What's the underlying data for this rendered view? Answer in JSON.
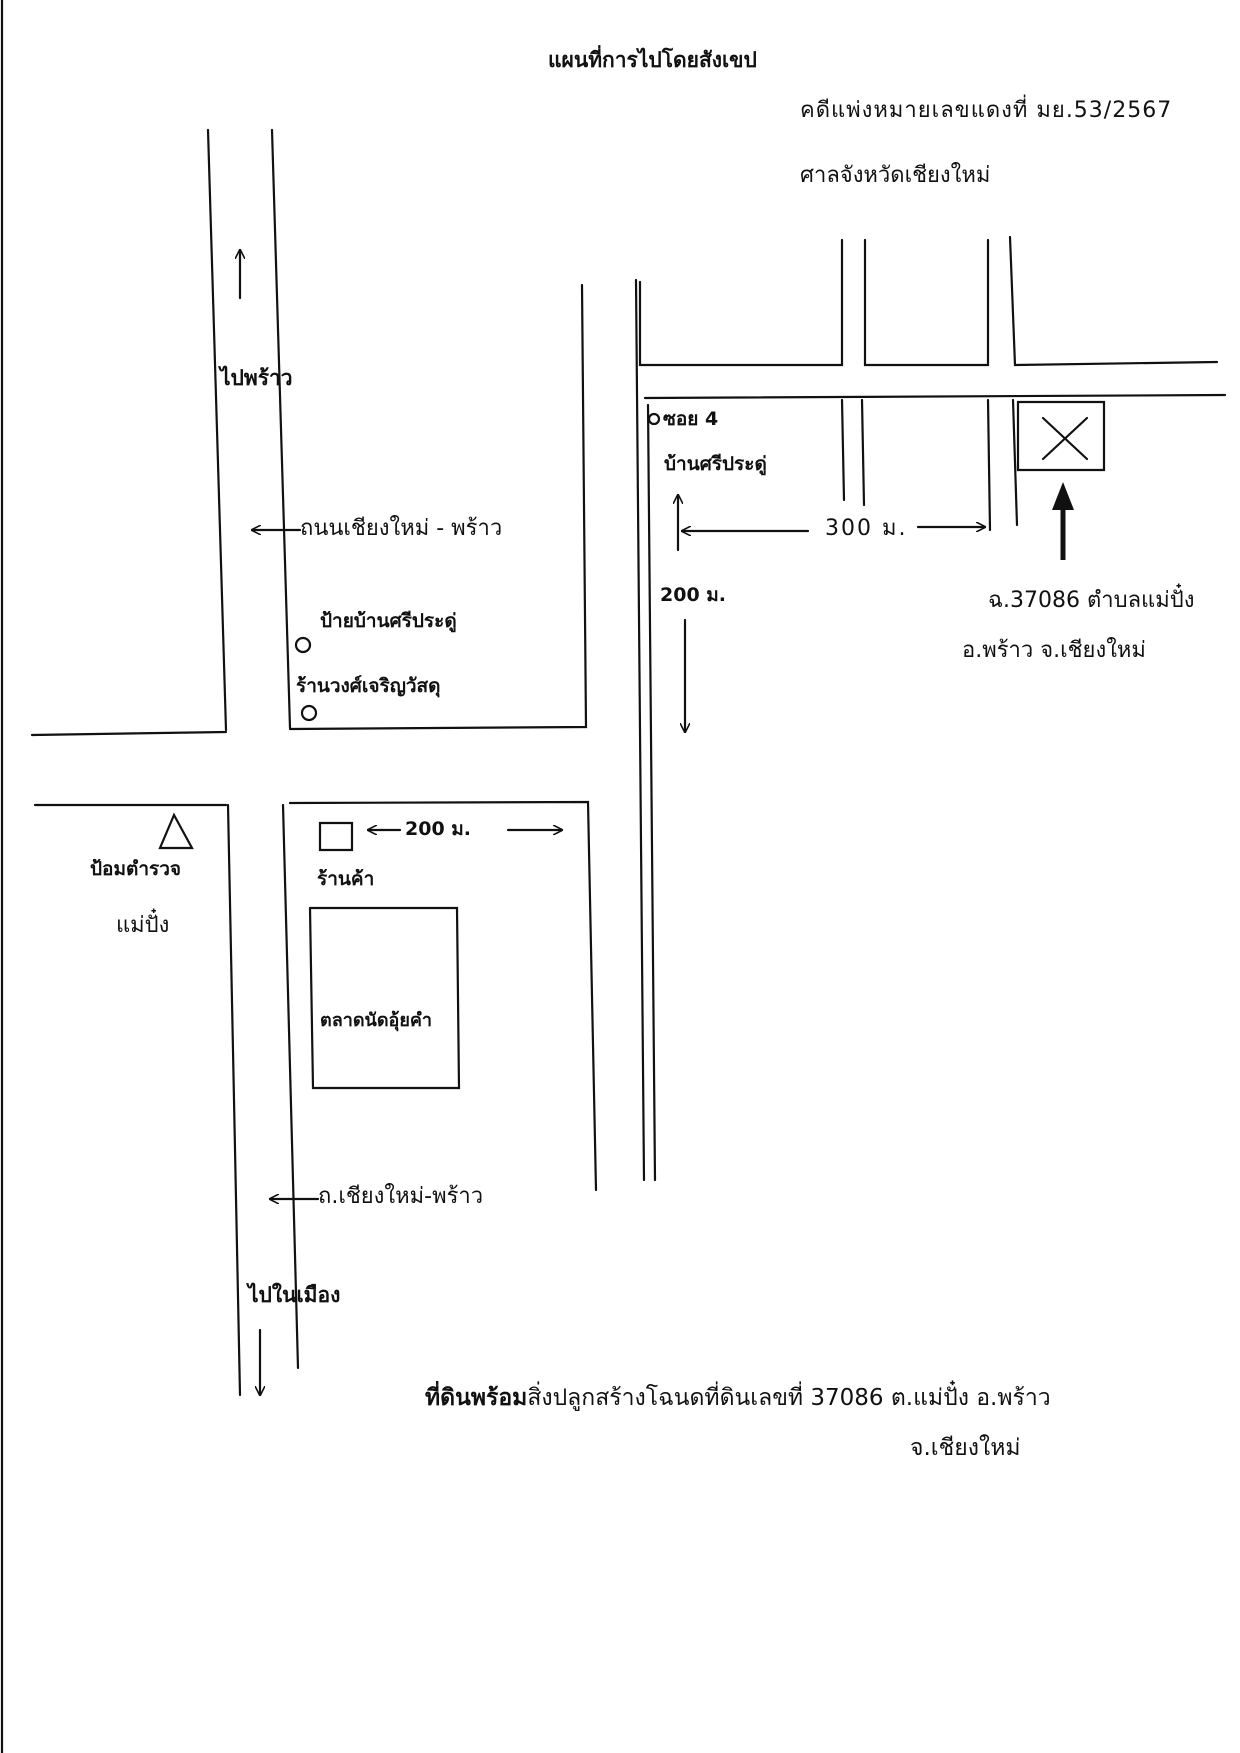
{
  "map": {
    "title": "แผนที่การไปโดยสังเขป",
    "case_number": "คดีแพ่งหมายเลขแดงที่ มย.53/2567",
    "court": "ศาลจังหวัดเชียงใหม่"
  },
  "labels": {
    "to_phrao": "ไปพร้าว",
    "road_upper": "ถนนเชียงใหม่ - พร้าว",
    "sign_ban_si_pra_ku": "ป้ายบ้านศรีประดู่",
    "shop_wong_charoen": "ร้านวงศ์เจริญวัสดุ",
    "soi": "ซอย 4",
    "ban_si_pra_ku": "บ้านศรีประดู่",
    "dist_300": "300 ม.",
    "dist_200_vertical": "200 ม.",
    "dist_200_horizontal": "200 ม.",
    "deed_line1": "ฉ.37086 ตำบลแม่ปั๋ง",
    "deed_line2": "อ.พร้าว จ.เชียงใหม่",
    "police_box": "ป้อมตำรวจ",
    "police_box_place": "แม่ปั๋ง",
    "shop": "ร้านค้า",
    "market": "ตลาดนัดอุ้ยคำ",
    "road_lower": "ถ.เชียงใหม่-พร้าว",
    "to_city": "ไปในเมือง"
  },
  "footer": {
    "line1_bold": "ที่ดินพร้อม",
    "line1_rest": "สิ่งปลูกสร้างโฉนดที่ดินเลขที่ 37086 ต.แม่ปั๋ง อ.พร้าว",
    "line2": "จ.เชียงใหม่"
  },
  "colors": {
    "ink": "#111111",
    "paper": "#ffffff"
  },
  "symbols": {
    "target_parcel": "x-in-square",
    "police": "triangle",
    "landmark": "circle",
    "shop": "square"
  }
}
